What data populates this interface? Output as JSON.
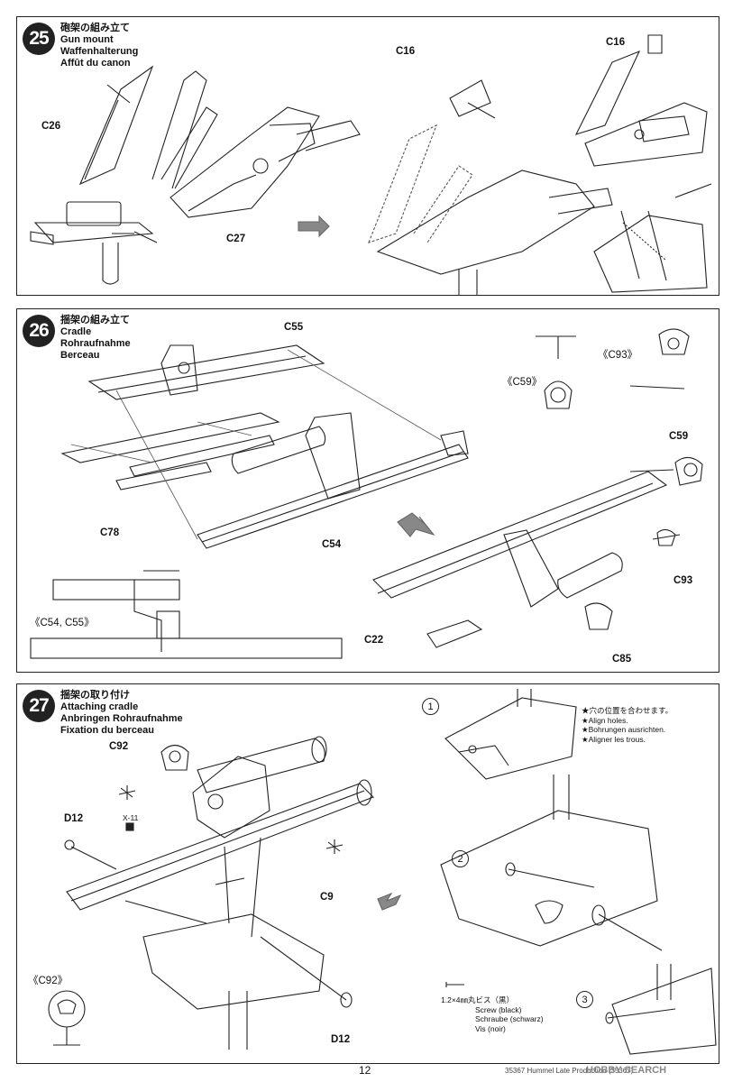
{
  "steps": [
    {
      "number": "25",
      "title_ja": "砲架の組み立て",
      "title_en": "Gun mount",
      "title_de": "Waffenhalterung",
      "title_fr": "Affût du canon",
      "labels": [
        "C26",
        "C27",
        "C16",
        "C16"
      ]
    },
    {
      "number": "26",
      "title_ja": "揺架の組み立て",
      "title_en": "Cradle",
      "title_de": "Rohraufnahme",
      "title_fr": "Berceau",
      "labels": [
        "C55",
        "C78",
        "C54",
        "《C54, C55》",
        "《C59》",
        "《C93》",
        "C59",
        "C93",
        "C22",
        "C85"
      ]
    },
    {
      "number": "27",
      "title_ja": "揺架の取り付け",
      "title_en": "Attaching cradle",
      "title_de": "Anbringen Rohraufnahme",
      "title_fr": "Fixation du berceau",
      "labels": [
        "C92",
        "D12",
        "X-11",
        "C9",
        "《C92》",
        "D12"
      ],
      "substeps": [
        "1",
        "2",
        "3"
      ],
      "note": {
        "ja": "★穴の位置を合わせます。",
        "en": "★Align holes.",
        "de": "★Bohrungen ausrichten.",
        "fr": "★Aligner les trous."
      },
      "screw": {
        "ja": "1.2×4㎜丸ビス（黒）",
        "en": "Screw (black)",
        "de": "Schraube (schwarz)",
        "fr": "Vis (noir)"
      }
    }
  ],
  "footer": {
    "page": "12",
    "code": "35367 Hummel Late Production (35367)",
    "watermark": "HOBBY SEARCH"
  }
}
